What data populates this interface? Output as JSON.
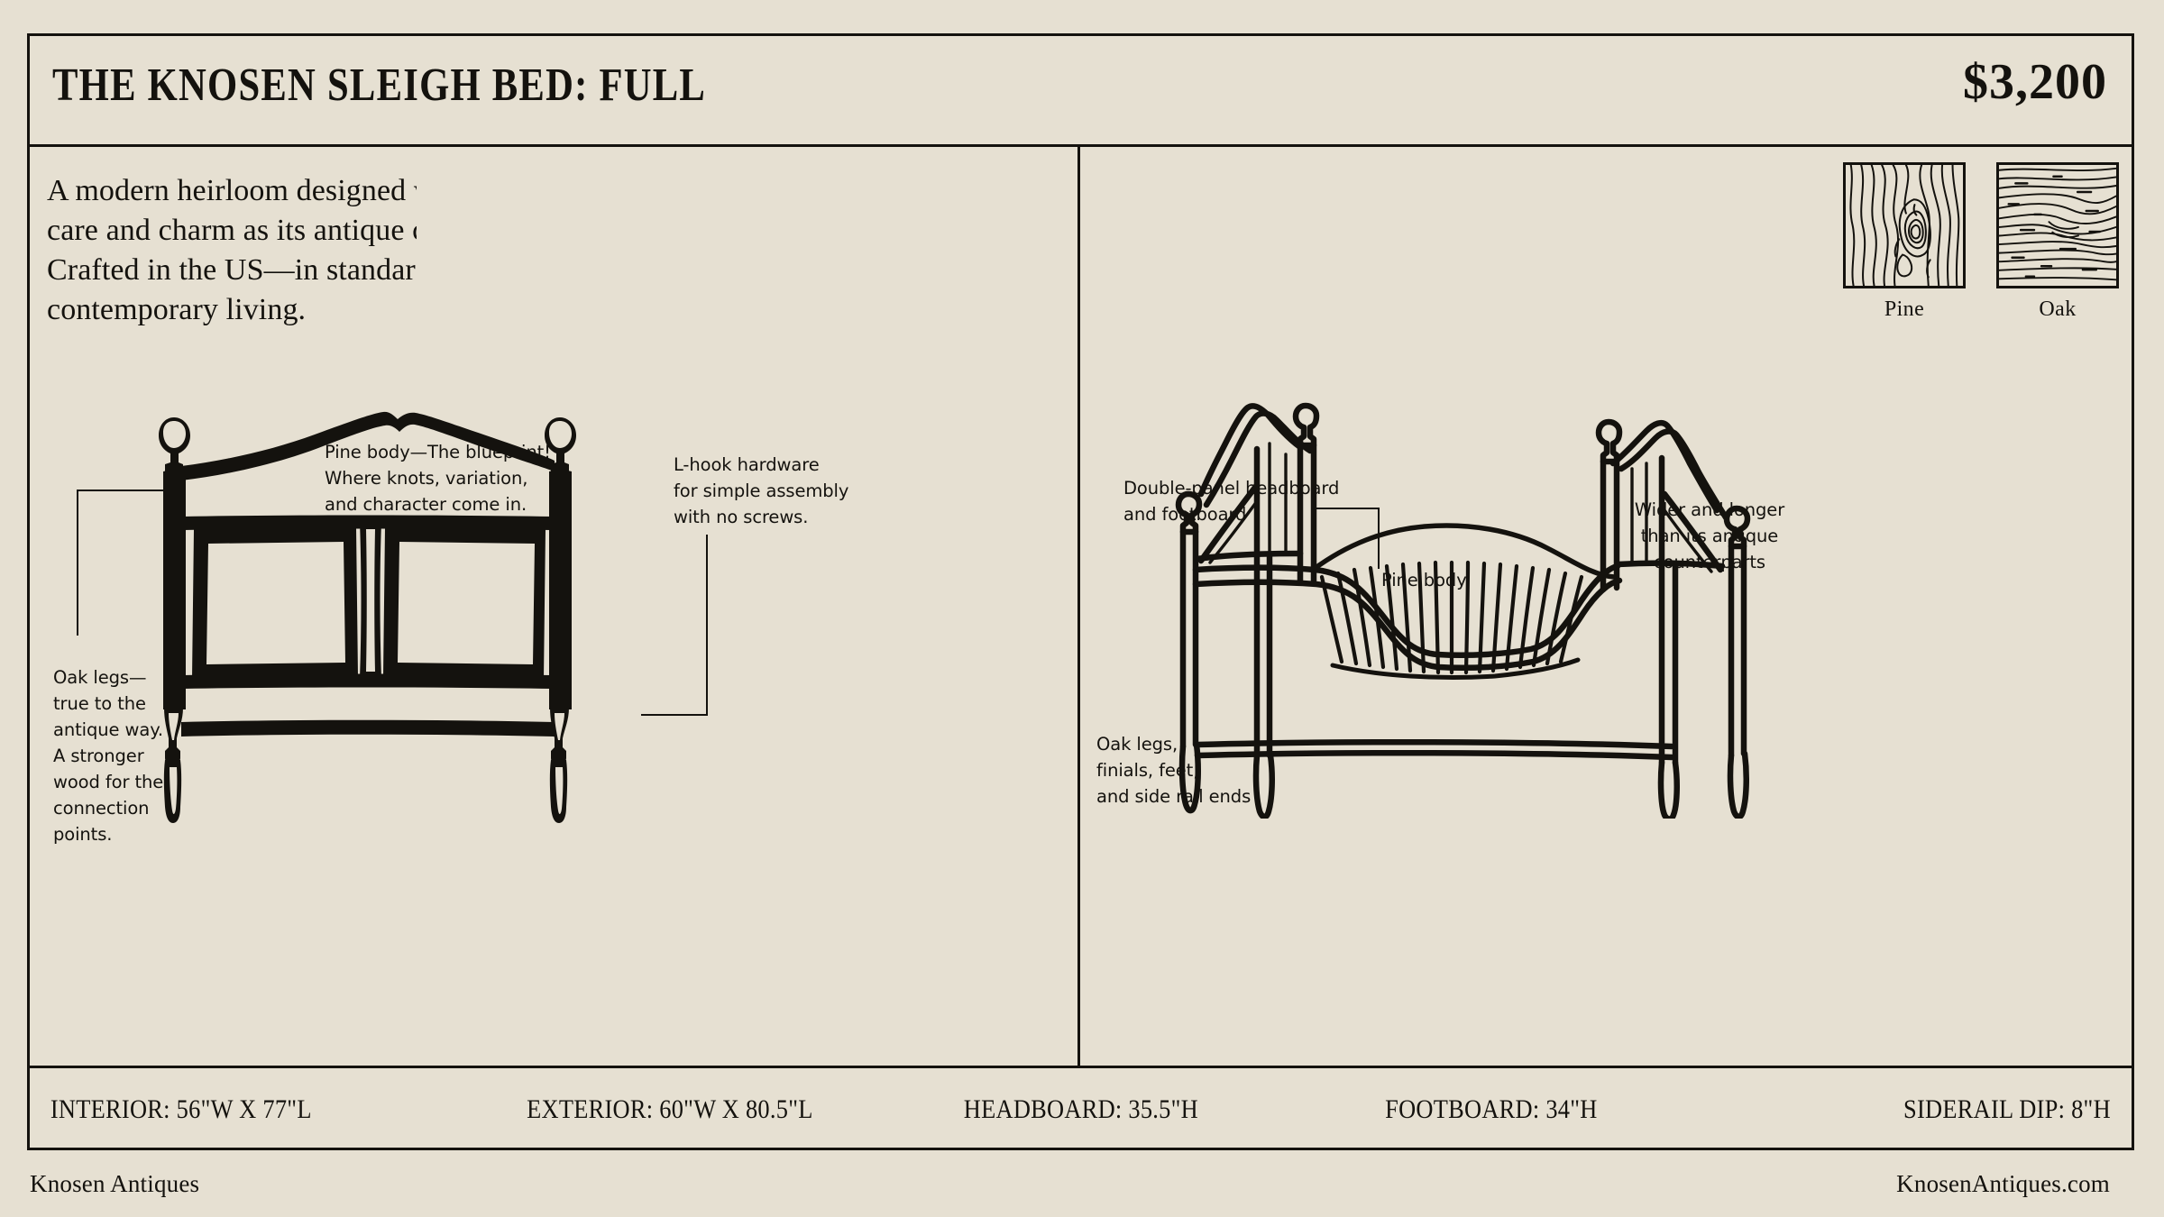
{
  "header": {
    "title": "THE KNOSEN SLEIGH BED: FULL",
    "price": "$3,200"
  },
  "intro": {
    "lines": [
      "A modern heirloom designed with the s",
      "care and charm as its antique counterp",
      "Crafted in the US—in standard sizing—",
      "contemporary living."
    ]
  },
  "swatches": [
    {
      "name": "Pine",
      "icon": "pine-grain-icon"
    },
    {
      "name": "Oak",
      "icon": "oak-grain-icon"
    }
  ],
  "left_panel": {
    "view_name": "headboard-front-view",
    "annotations": {
      "pine_body": "Pine body—The blueprint!\nWhere knots, variation,\nand character come in.",
      "l_hook": "L-hook hardware\nfor simple assembly\nwith no screws.",
      "oak_legs": "Oak legs—\ntrue to the\nantique way.\nA stronger\nwood for the\nconnection\npoints."
    }
  },
  "right_panel": {
    "view_name": "bed-side-perspective-view",
    "annotations": {
      "double_panel": "Double-panel headboard\nand footboard",
      "pine_body": "Pine body",
      "wider_longer": "Wider and longer\nthan its antique\ncounterparts",
      "oak_legs": "Oak legs,\nfinials, feet,\nand side rail ends"
    }
  },
  "specs": [
    "INTERIOR: 56\"W X 77\"L",
    "EXTERIOR: 60\"W X 80.5\"L",
    "HEADBOARD: 35.5\"H",
    "FOOTBOARD: 34\"H",
    "SIDERAIL DIP: 8\"H"
  ],
  "footer": {
    "left": "Knosen Antiques",
    "right": "KnosenAntiques.com"
  },
  "colors": {
    "background": "#e6e0d2",
    "ink": "#14120e"
  }
}
